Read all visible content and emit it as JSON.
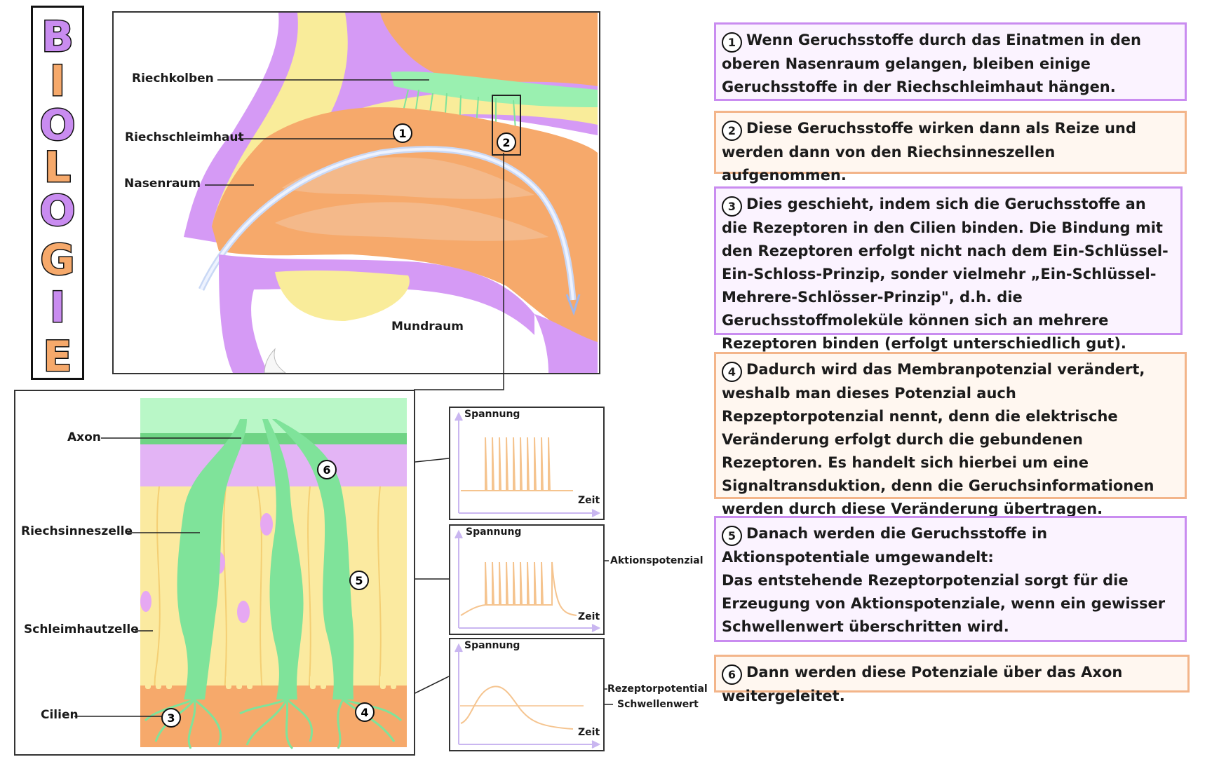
{
  "sidebar": {
    "letters": [
      "B",
      "I",
      "O",
      "L",
      "O",
      "G",
      "I",
      "E"
    ]
  },
  "nose_diagram": {
    "labels": {
      "riechkolben": "Riechkolben",
      "riechschleimhaut": "Riechschleimhaut",
      "nasenraum": "Nasenraum",
      "mundraum": "Mundraum"
    },
    "markers": [
      "1",
      "2"
    ]
  },
  "cell_diagram": {
    "labels": {
      "axon": "Axon",
      "riechsinneszelle": "Riechsinneszelle",
      "schleimhautzelle": "Schleimhautzelle",
      "cilien": "Cilien"
    },
    "markers": [
      "3",
      "4",
      "5",
      "6"
    ]
  },
  "graphs": {
    "y_label": "Spannung",
    "x_label": "Zeit",
    "aktionspotenzial": "Aktionspotenzial",
    "rezeptorpotential": "Rezeptorpotential",
    "schwellenwert": "Schwellenwert"
  },
  "steps": [
    {
      "num": "1",
      "text": "Wenn Geruchsstoffe durch das Einatmen in den oberen Nasenraum gelangen, bleiben einige Geruchsstoffe in der Riechschleimhaut hängen."
    },
    {
      "num": "2",
      "text": "Diese Geruchsstoffe wirken dann als Reize und werden dann von den Riechsinneszellen aufgenommen."
    },
    {
      "num": "3",
      "text": "Dies geschieht, indem sich die Geruchsstoffe an die Rezeptoren in den Cilien binden. Die Bindung mit den Rezeptoren erfolgt nicht nach dem Ein-Schlüssel-Ein-Schloss-Prinzip, sonder vielmehr „Ein-Schlüssel-Mehrere-Schlösser-Prinzip\", d.h. die Geruchsstoffmoleküle können sich an mehrere Rezeptoren binden (erfolgt unterschiedlich gut)."
    },
    {
      "num": "4",
      "text": "Dadurch wird das Membranpotenzial verändert, weshalb man dieses Potenzial auch Repzeptorpotenzial nennt, denn die elektrische Veränderung erfolgt durch die gebundenen Rezeptoren. Es handelt sich hierbei um eine Signaltransduktion, denn die Geruchsinformationen werden durch diese Veränderung übertragen."
    },
    {
      "num": "5",
      "text": "Danach werden die Geruchsstoffe in Aktionspotentiale umgewandelt:"
    },
    {
      "num": "6",
      "text": "Dann werden diese Potenziale über das Axon weitergeleitet."
    }
  ],
  "step5_extra": "Das entstehende Rezeptorpotenzial sorgt für die Erzeugung von Aktionspotenziale, wenn ein gewisser Schwellenwert überschritten wird.",
  "colors": {
    "purple": "#c98cf0",
    "orange": "#f6a96b",
    "yellow": "#f9ec9a",
    "green": "#7fe39a",
    "graph_line": "#f5c48f"
  }
}
